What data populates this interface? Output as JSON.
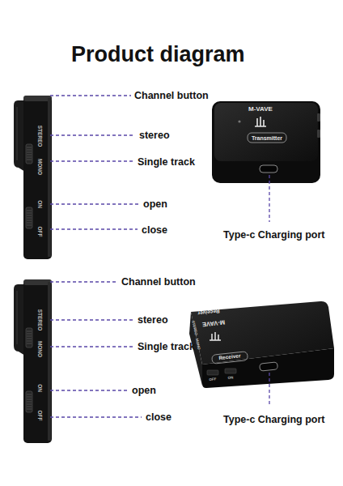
{
  "diagram": {
    "title": "Product diagram",
    "labels": [
      "Channel button",
      "stereo",
      "Single track",
      "open",
      "close",
      "Type-c Charging port",
      "STEREO",
      "MONO",
      "ON",
      "OFF",
      "M-VAVE",
      "Transmitter",
      "Channel button",
      "stereo",
      "Single track",
      "open",
      "close",
      "Type-c Charging port",
      "STEREO",
      "MONO",
      "ON",
      "OFF",
      "M-VAVE",
      "Receiver",
      "Receiver",
      "STEREO",
      "MONO",
      "OFF",
      "ON"
    ]
  }
}
